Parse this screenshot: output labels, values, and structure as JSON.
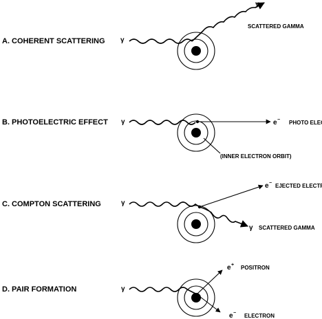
{
  "panels": [
    {
      "label": "A.  COHERENT SCATTERING",
      "incident_symbol": "γ",
      "outgoing_symbol": "γ",
      "annotation": "SCATTERED GAMMA"
    },
    {
      "label": "B.  PHOTOELECTRIC EFFECT",
      "incident_symbol": "γ",
      "particle_symbol": "e",
      "particle_charge": "−",
      "particle_label": "PHOTO ELECTRON",
      "orbit_label": "(INNER ELECTRON ORBIT)"
    },
    {
      "label": "C.  COMPTON SCATTERING",
      "incident_symbol": "γ",
      "particle_symbol": "e",
      "particle_charge": "−",
      "particle_label": "EJECTED ELECTRON",
      "outgoing_symbol": "γ",
      "annotation": "SCATTERED GAMMA"
    },
    {
      "label": "D.  PAIR FORMATION",
      "incident_symbol": "γ",
      "positron_symbol": "e",
      "positron_charge": "+",
      "positron_label": "POSITRON",
      "electron_symbol": "e",
      "electron_charge": "−",
      "electron_label": "ELECTRON"
    }
  ]
}
